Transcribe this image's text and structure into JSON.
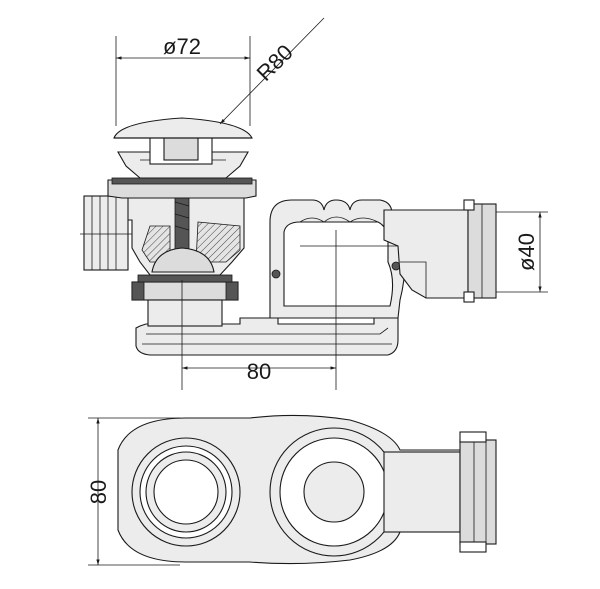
{
  "drawing": {
    "dimensions": {
      "cap_diameter": "ø72",
      "cap_radius": "R80",
      "outlet_diameter": "ø40",
      "center_distance": "80",
      "body_width": "80"
    }
  }
}
